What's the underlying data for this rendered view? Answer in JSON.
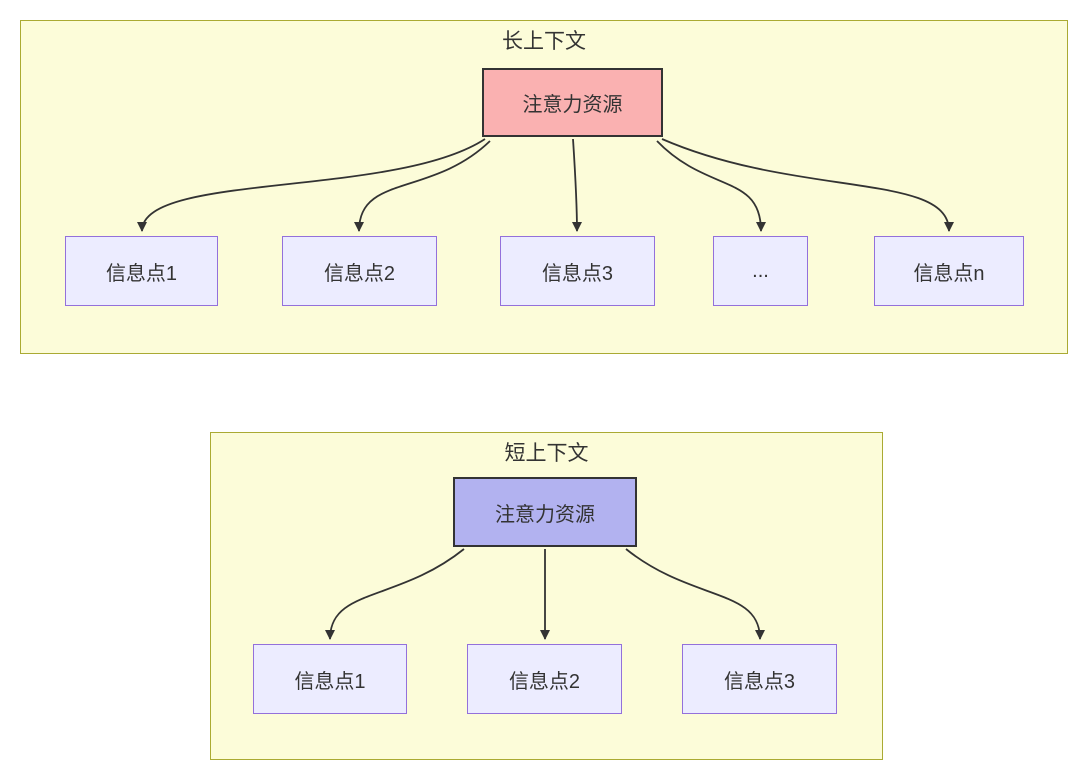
{
  "diagram": {
    "type": "flowchart",
    "long_context": {
      "title": "长上下文",
      "attention": {
        "label": "注意力资源"
      },
      "nodes": [
        {
          "label": "信息点1"
        },
        {
          "label": "信息点2"
        },
        {
          "label": "信息点3"
        },
        {
          "label": "..."
        },
        {
          "label": "信息点n"
        }
      ]
    },
    "short_context": {
      "title": "短上下文",
      "attention": {
        "label": "注意力资源"
      },
      "nodes": [
        {
          "label": "信息点1"
        },
        {
          "label": "信息点2"
        },
        {
          "label": "信息点3"
        }
      ]
    },
    "colors": {
      "container_fill": "#fcfcd9",
      "container_border": "#aaaa33",
      "attention_long_fill": "#fab1b1",
      "attention_short_fill": "#b2b2f0",
      "attention_border": "#333333",
      "node_fill": "#ececff",
      "node_border": "#9370db",
      "edge_color": "#333333",
      "text_color": "#333333"
    }
  }
}
